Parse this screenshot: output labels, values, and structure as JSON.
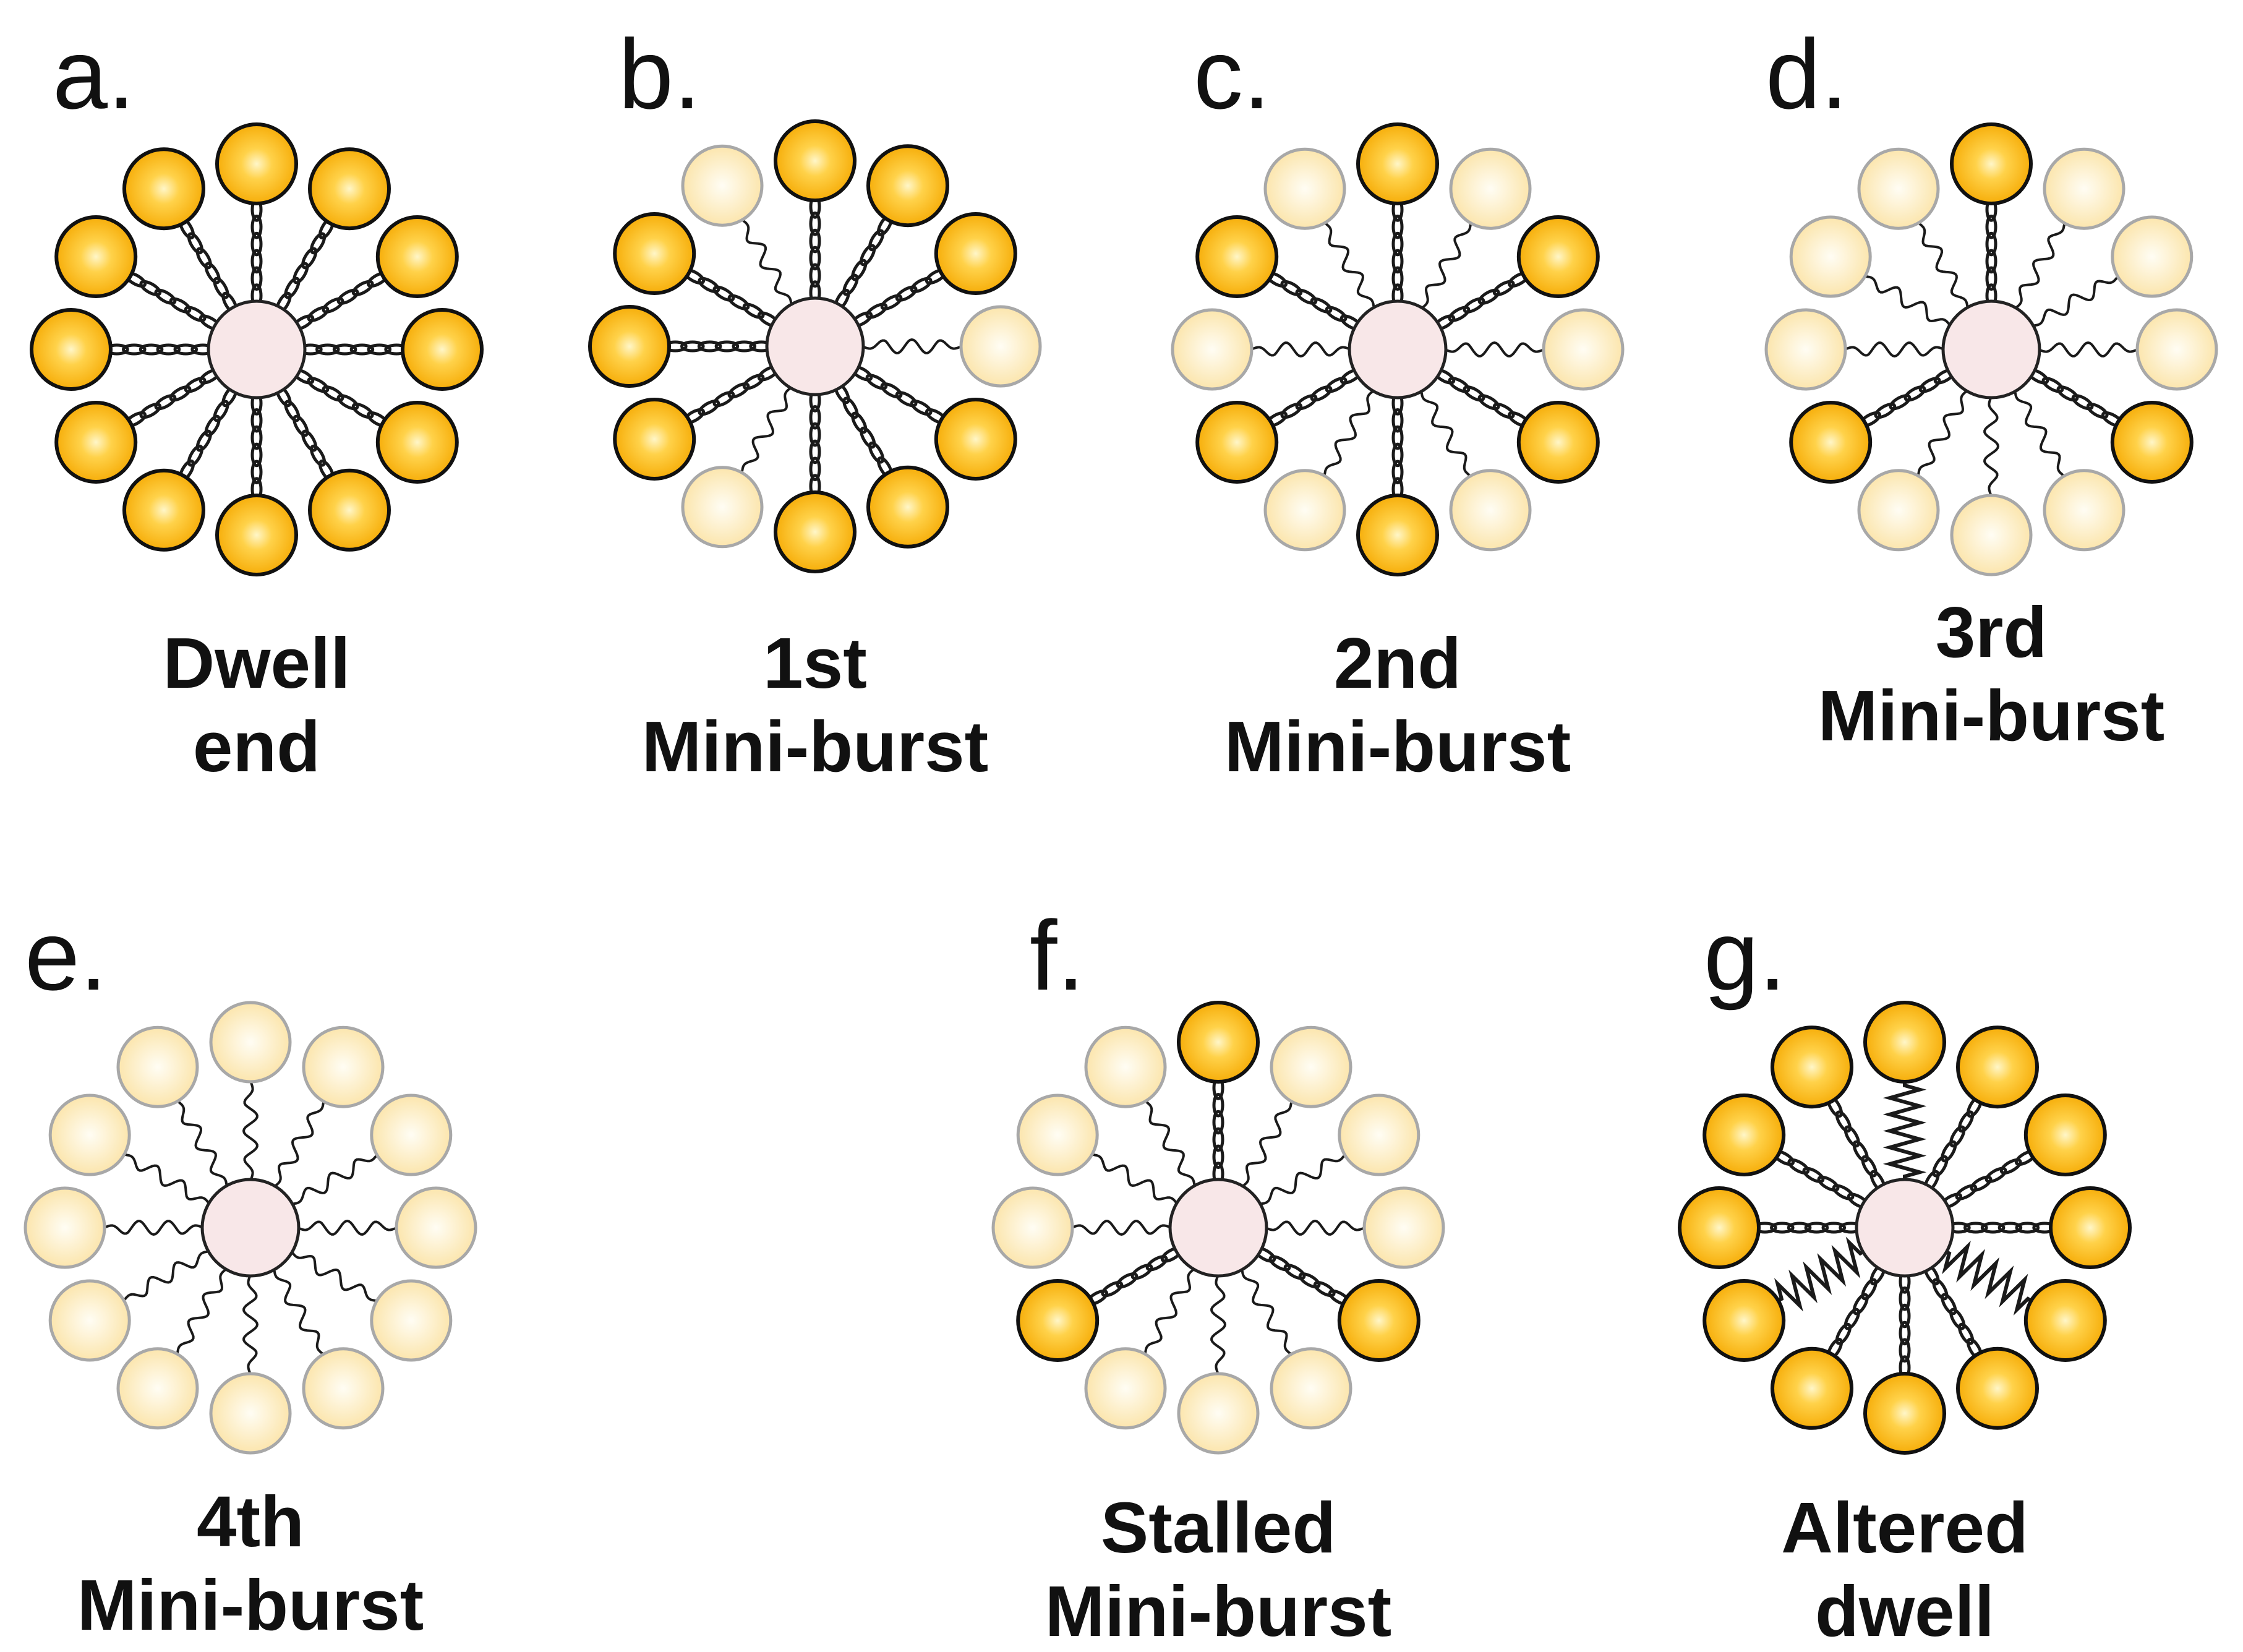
{
  "colors": {
    "engaged_fill": "#f5a800",
    "engaged_highlight": "#fff6c8",
    "released_fill": "#fbe3a6",
    "released_highlight": "#fffdf4",
    "hub_fill": "#f8e7e8",
    "link": "#1a1a1a"
  },
  "panels": [
    {
      "letter": "a.",
      "caption": [
        "Dwell",
        "end"
      ],
      "subunits": [
        "engaged",
        "engaged",
        "engaged",
        "engaged",
        "engaged",
        "engaged",
        "engaged",
        "engaged",
        "engaged",
        "engaged",
        "engaged",
        "engaged"
      ]
    },
    {
      "letter": "b.",
      "caption": [
        "1st",
        "Mini-burst"
      ],
      "subunits": [
        "engaged",
        "engaged",
        "engaged",
        "released",
        "engaged",
        "engaged",
        "engaged",
        "released",
        "engaged",
        "engaged",
        "engaged",
        "released"
      ]
    },
    {
      "letter": "c.",
      "caption": [
        "2nd",
        "Mini-burst"
      ],
      "subunits": [
        "engaged",
        "released",
        "engaged",
        "released",
        "engaged",
        "released",
        "engaged",
        "released",
        "engaged",
        "released",
        "engaged",
        "released"
      ]
    },
    {
      "letter": "d.",
      "caption": [
        "3rd",
        "Mini-burst"
      ],
      "subunits": [
        "engaged",
        "released",
        "released",
        "released",
        "engaged",
        "released",
        "released",
        "released",
        "engaged",
        "released",
        "released",
        "released"
      ]
    },
    {
      "letter": "e.",
      "caption": [
        "4th",
        "Mini-burst"
      ],
      "subunits": [
        "released",
        "released",
        "released",
        "released",
        "released",
        "released",
        "released",
        "released",
        "released",
        "released",
        "released",
        "released"
      ]
    },
    {
      "letter": "f.",
      "caption": [
        "Stalled",
        "Mini-burst"
      ],
      "subunits": [
        "engaged",
        "released",
        "released",
        "released",
        "engaged",
        "released",
        "released",
        "released",
        "engaged",
        "released",
        "released",
        "released"
      ]
    },
    {
      "letter": "g.",
      "caption": [
        "Altered",
        "dwell"
      ],
      "subunits": [
        "spring",
        "engaged",
        "engaged",
        "engaged",
        "spring",
        "engaged",
        "engaged",
        "engaged",
        "spring",
        "engaged",
        "engaged",
        "engaged"
      ]
    }
  ]
}
